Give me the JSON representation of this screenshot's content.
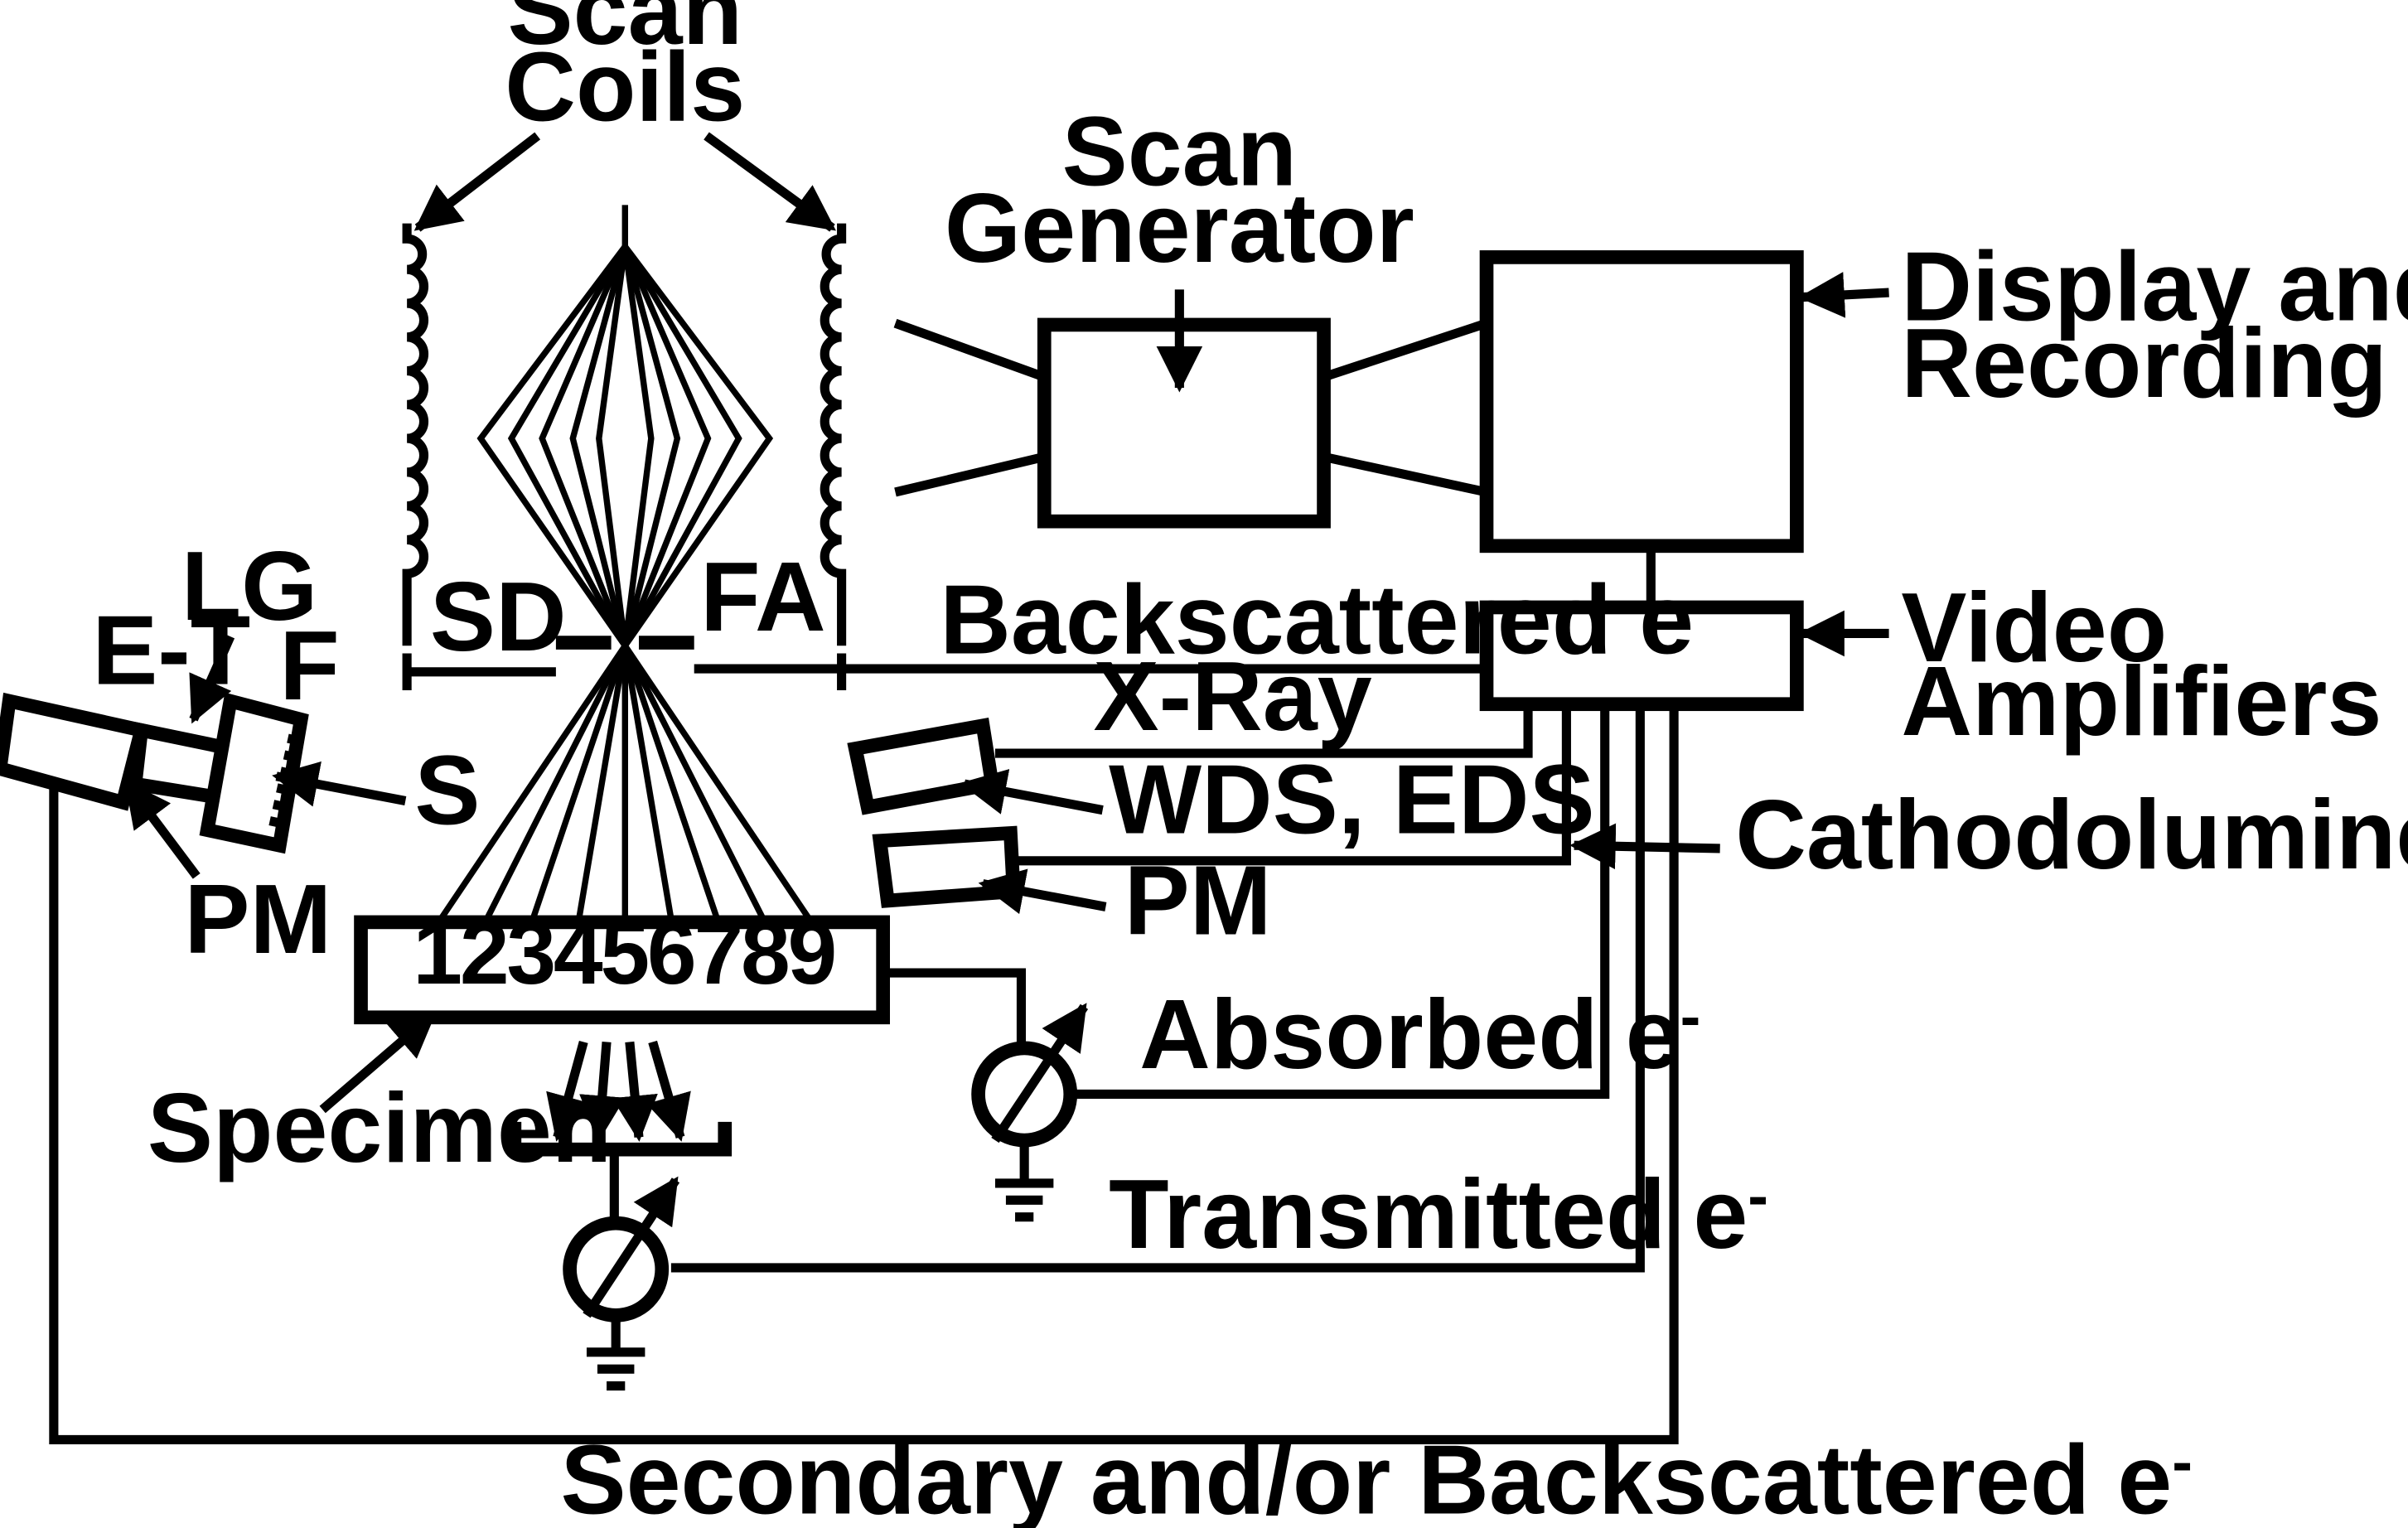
{
  "labels": {
    "scan_coils_1": "Scan",
    "scan_coils_2": "Coils",
    "scan_generator_1": "Scan",
    "scan_generator_2": "Generator",
    "display_1": "Display and",
    "display_2": "Recording CRT's",
    "video_1": "Video",
    "video_2": "Amplifiers",
    "sd": "SD",
    "fa": "FA",
    "lg": "LG",
    "et": "E-T",
    "f": "F",
    "s": "S",
    "pm_left": "PM",
    "backscattered": "Backscattered e",
    "xray": "X-Ray",
    "wds_eds": "WDS, EDS",
    "cathodoluminescence": "Cathodoluminescence",
    "pm_right": "PM",
    "absorbed": "Absorbed e",
    "transmitted": "Transmitted e",
    "specimen": "Specimen",
    "secondary": "Secondary and/or Backscattered e",
    "electron_superscript": "-"
  },
  "specimen_numbers": [
    "1",
    "2",
    "3",
    "4",
    "5",
    "6",
    "7",
    "8",
    "9"
  ]
}
